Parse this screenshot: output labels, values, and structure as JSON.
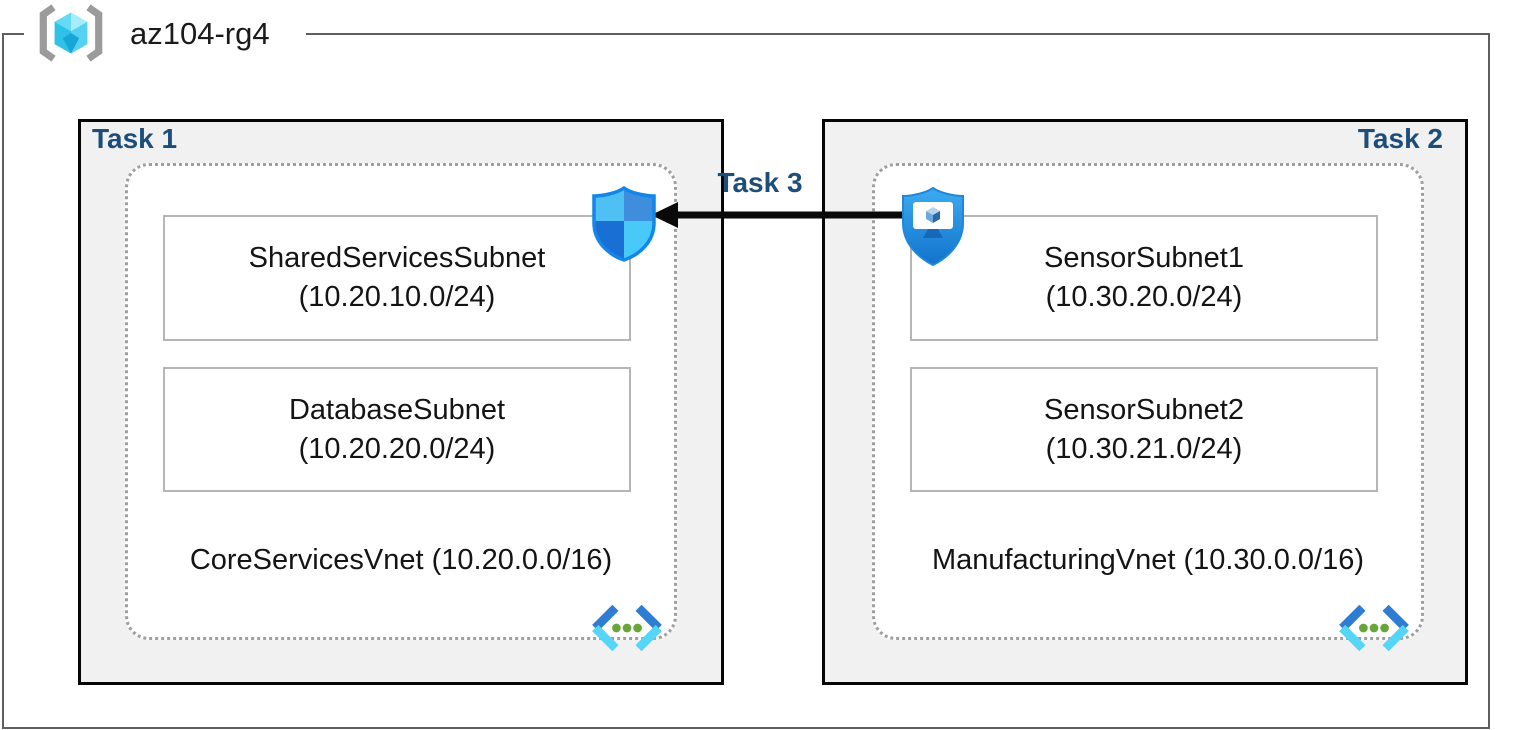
{
  "resource_group": {
    "name": "az104-rg4"
  },
  "labels": {
    "task1": "Task 1",
    "task2": "Task 2",
    "task3": "Task 3"
  },
  "vnets": [
    {
      "task": "Task 1",
      "name": "CoreServicesVnet",
      "cidr": "(10.20.0.0/16)",
      "subnets": [
        {
          "name": "SharedServicesSubnet",
          "cidr": "(10.20.10.0/24)"
        },
        {
          "name": "DatabaseSubnet",
          "cidr": "(10.20.20.0/24)"
        }
      ]
    },
    {
      "task": "Task 2",
      "name": "ManufacturingVnet",
      "cidr": "(10.30.0.0/16)",
      "subnets": [
        {
          "name": "SensorSubnet1",
          "cidr": "(10.30.20.0/24)"
        },
        {
          "name": "SensorSubnet2",
          "cidr": "(10.30.21.0/24)"
        }
      ]
    }
  ],
  "icons": {
    "resource_group": "azure-resource-group-icon",
    "virtual_network": "virtual-network-icon",
    "shield": "network-security-shield-icon",
    "defender_iot": "defender-for-iot-icon",
    "arrow": "left-arrow"
  },
  "colors": {
    "task_label": "#1d4e79",
    "task_box_fill": "#f1f1f1",
    "task_box_border": "#060606",
    "frame_border": "#5e5e5e",
    "dotted_border": "#9f9f9f",
    "subnet_border": "#b5b5b5",
    "arrow": "#0a0a0a",
    "azure_blue": "#2e7cd3",
    "azure_cyan": "#55d5f7",
    "vnet_dot_green": "#68a63a"
  }
}
